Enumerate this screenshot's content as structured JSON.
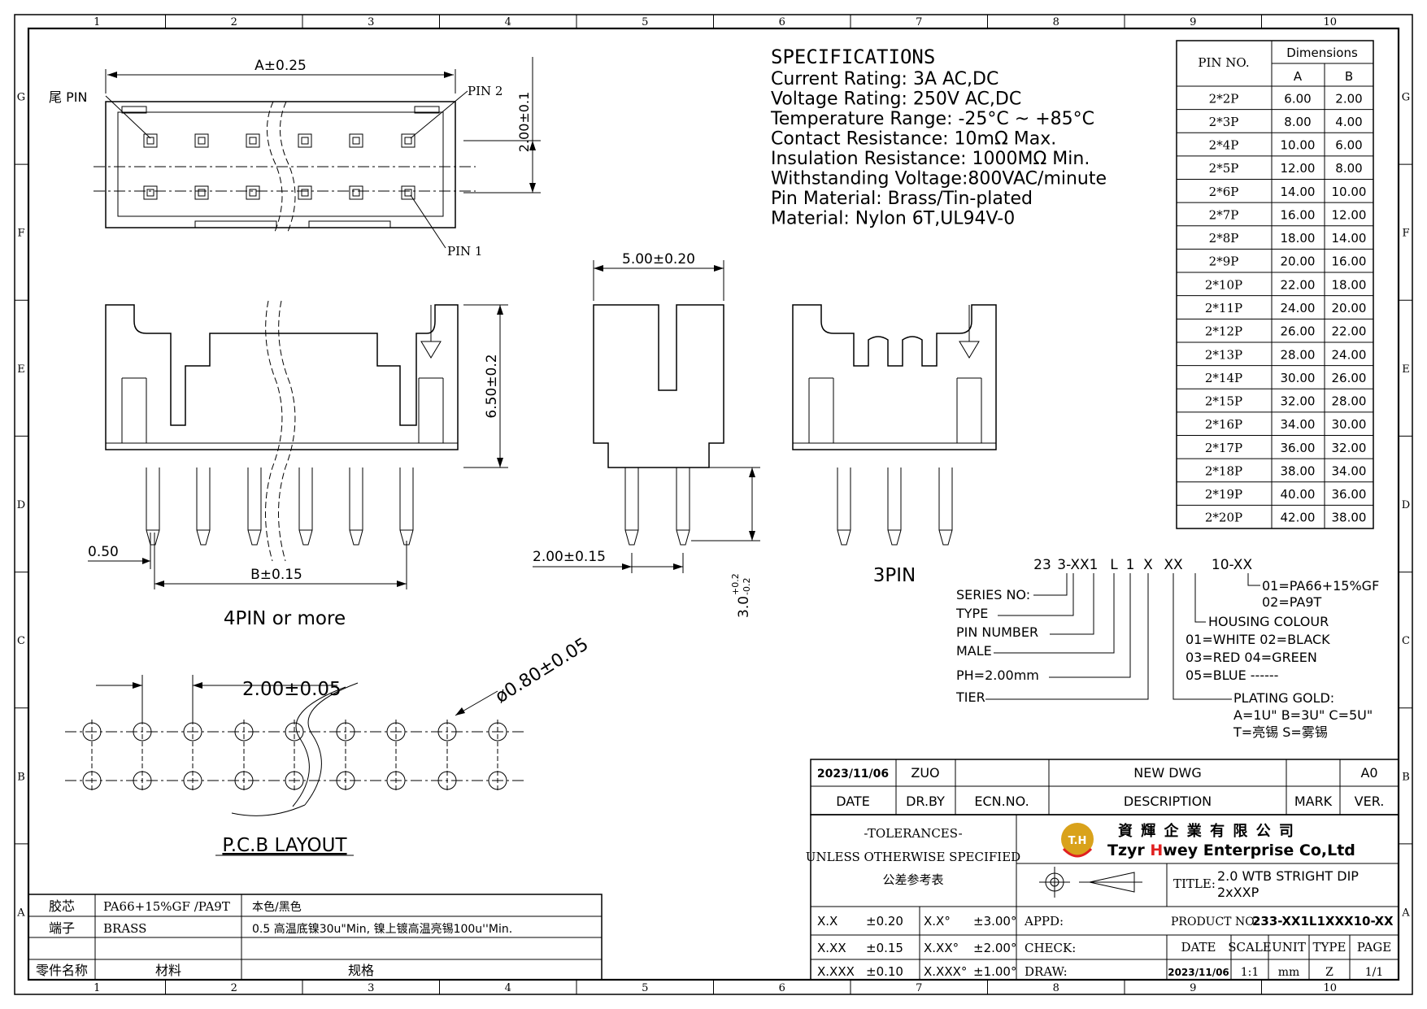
{
  "frame": {
    "cols": [
      "1",
      "2",
      "3",
      "4",
      "5",
      "6",
      "7",
      "8",
      "9",
      "10"
    ],
    "rows": [
      "G",
      "F",
      "E",
      "D",
      "C",
      "B",
      "A"
    ]
  },
  "top_view": {
    "dim_a": "A±0.25",
    "dim_pitch": "2.00±0.1",
    "label_tail": "尾 PIN",
    "label_pin2": "PIN 2",
    "label_pin1": "PIN 1"
  },
  "front_view": {
    "dim_height": "6.50±0.2",
    "dim_half": "0.50",
    "dim_b": "B±0.15",
    "caption": "4PIN or more"
  },
  "side_view": {
    "dim_width": "5.00±0.20",
    "dim_pitch": "2.00±0.15",
    "dim_tail": "3.0",
    "dim_tail_tol_up": "+0.2",
    "dim_tail_tol_down": "-0.2"
  },
  "three_pin": {
    "caption": "3PIN"
  },
  "pcb": {
    "dim_pitch": "2.00±0.05",
    "dim_hole": "ø0.80±0.05",
    "caption": "P.C.B LAYOUT"
  },
  "specs": {
    "heading": "SPECIFICATIONS",
    "lines": [
      "Current Rating: 3A AC,DC",
      "Voltage Rating: 250V AC,DC",
      "Temperature Range: -25°C ~ +85°C",
      "Contact Resistance: 10mΩ Max.",
      "Insulation Resistance: 1000MΩ Min.",
      "Withstanding Voltage:800VAC/minute",
      "Pin Material: Brass/Tin-plated",
      "Material: Nylon 6T,UL94V-0"
    ]
  },
  "dim_table": {
    "col_pin": "PIN NO.",
    "col_dims": "Dimensions",
    "col_a": "A",
    "col_b": "B",
    "rows": [
      [
        "2*2P",
        "6.00",
        "2.00"
      ],
      [
        "2*3P",
        "8.00",
        "4.00"
      ],
      [
        "2*4P",
        "10.00",
        "6.00"
      ],
      [
        "2*5P",
        "12.00",
        "8.00"
      ],
      [
        "2*6P",
        "14.00",
        "10.00"
      ],
      [
        "2*7P",
        "16.00",
        "12.00"
      ],
      [
        "2*8P",
        "18.00",
        "14.00"
      ],
      [
        "2*9P",
        "20.00",
        "16.00"
      ],
      [
        "2*10P",
        "22.00",
        "18.00"
      ],
      [
        "2*11P",
        "24.00",
        "20.00"
      ],
      [
        "2*12P",
        "26.00",
        "22.00"
      ],
      [
        "2*13P",
        "28.00",
        "24.00"
      ],
      [
        "2*14P",
        "30.00",
        "26.00"
      ],
      [
        "2*15P",
        "32.00",
        "28.00"
      ],
      [
        "2*16P",
        "34.00",
        "30.00"
      ],
      [
        "2*17P",
        "36.00",
        "32.00"
      ],
      [
        "2*18P",
        "38.00",
        "34.00"
      ],
      [
        "2*19P",
        "40.00",
        "36.00"
      ],
      [
        "2*20P",
        "42.00",
        "38.00"
      ]
    ]
  },
  "part_code": {
    "segments": [
      "23",
      "3-XX",
      "1",
      "L",
      "1",
      "X",
      "XX",
      "10-XX"
    ],
    "series_no": "SERIES NO:",
    "type": "TYPE",
    "pin_number": "PIN NUMBER",
    "male": "MALE",
    "ph": "PH=2.00mm",
    "tier": "TIER",
    "material1": "01=PA66+15%GF",
    "material2": "02=PA9T",
    "housing": "HOUSING COLOUR",
    "colour1": "01=WHITE  02=BLACK",
    "colour2": "03=RED    04=GREEN",
    "colour3": "05=BLUE  ------",
    "plating": "PLATING GOLD:",
    "plating1": "A=1U\"  B=3U\"  C=5U\"",
    "plating2": "T=亮锡    S=雾锡"
  },
  "revision": {
    "date": "2023/11/06",
    "drby": "ZUO",
    "ecn": "",
    "desc": "NEW DWG",
    "mark": "",
    "ver": "A0",
    "h_date": "DATE",
    "h_drby": "DR.BY",
    "h_ecn": "ECN.NO.",
    "h_desc": "DESCRIPTION",
    "h_mark": "MARK",
    "h_ver": "VER."
  },
  "title_block": {
    "tol_title": "-TOLERANCES-",
    "tol_sub": "UNLESS OTHERWISE SPECIFIED",
    "tol_cn": "公差参考表",
    "company_cn": "資 輝 企 業 有 限 公 司",
    "company_en_a": "Tzyr ",
    "company_en_h": "H",
    "company_en_b": "wey Enterprise Co,Ltd",
    "logo_text": "T.H",
    "tol": [
      [
        "X.X",
        "±0.20",
        "X.X°",
        "±3.00°"
      ],
      [
        "X.XX",
        "±0.15",
        "X.XX°",
        "±2.00°"
      ],
      [
        "X.XXX",
        "±0.10",
        "X.XXX°",
        "±1.00°"
      ]
    ],
    "title_label": "TITLE:",
    "title_line1": "2.0 WTB  STRIGHT DIP",
    "title_line2": "2xXXP",
    "appd": "APPD:",
    "product_label": "PRODUCT NO:",
    "product_no": "233-XX1L1XXX10-XX",
    "check": "CHECK:",
    "h_date": "DATE",
    "h_scale": "SCALE",
    "h_unit": "UNIT",
    "h_type": "TYPE",
    "h_page": "PAGE",
    "draw": "DRAW:",
    "v_date": "2023/11/06",
    "v_scale": "1:1",
    "v_unit": "mm",
    "v_type": "Z",
    "v_page": "1/1"
  },
  "materials": {
    "rows": [
      [
        "胶芯",
        "PA66+15%GF  /PA9T",
        "本色/黑色"
      ],
      [
        "端子",
        "BRASS",
        "0.5 高温底镍30u\"Min, 镍上镀高温亮锡100u''Min."
      ],
      [
        "",
        "",
        ""
      ]
    ],
    "h_part": "零件名称",
    "h_material": "材料",
    "h_spec": "规格"
  },
  "colors": {
    "line": "#000000",
    "logo_gold": "#D9A21B",
    "logo_red": "#E02020"
  }
}
